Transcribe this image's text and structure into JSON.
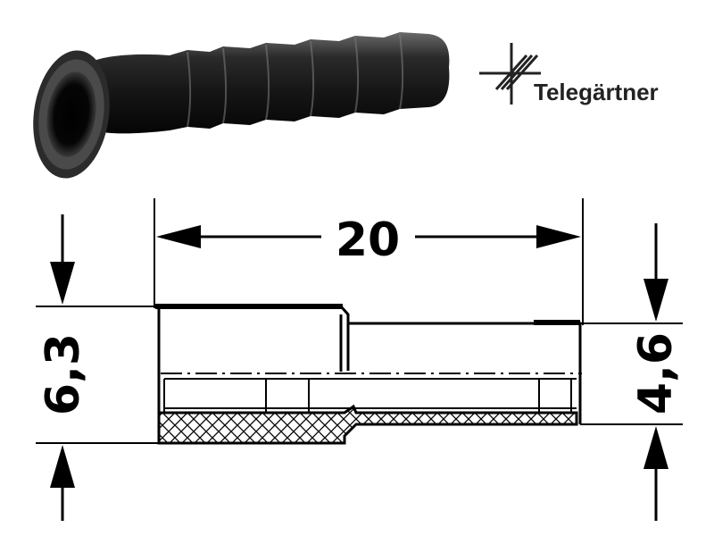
{
  "brand": {
    "name": "Telegärtner",
    "logo_icon": "telegaertner-logo-icon"
  },
  "product_photo": {
    "icon": "rubber-bend-relief-boot-photo",
    "color": "#1c1c1c"
  },
  "drawing": {
    "dim_length": "20",
    "dim_outer_diameter": "6,3",
    "dim_inner_diameter": "4,6",
    "hatch_color": "#000000"
  }
}
